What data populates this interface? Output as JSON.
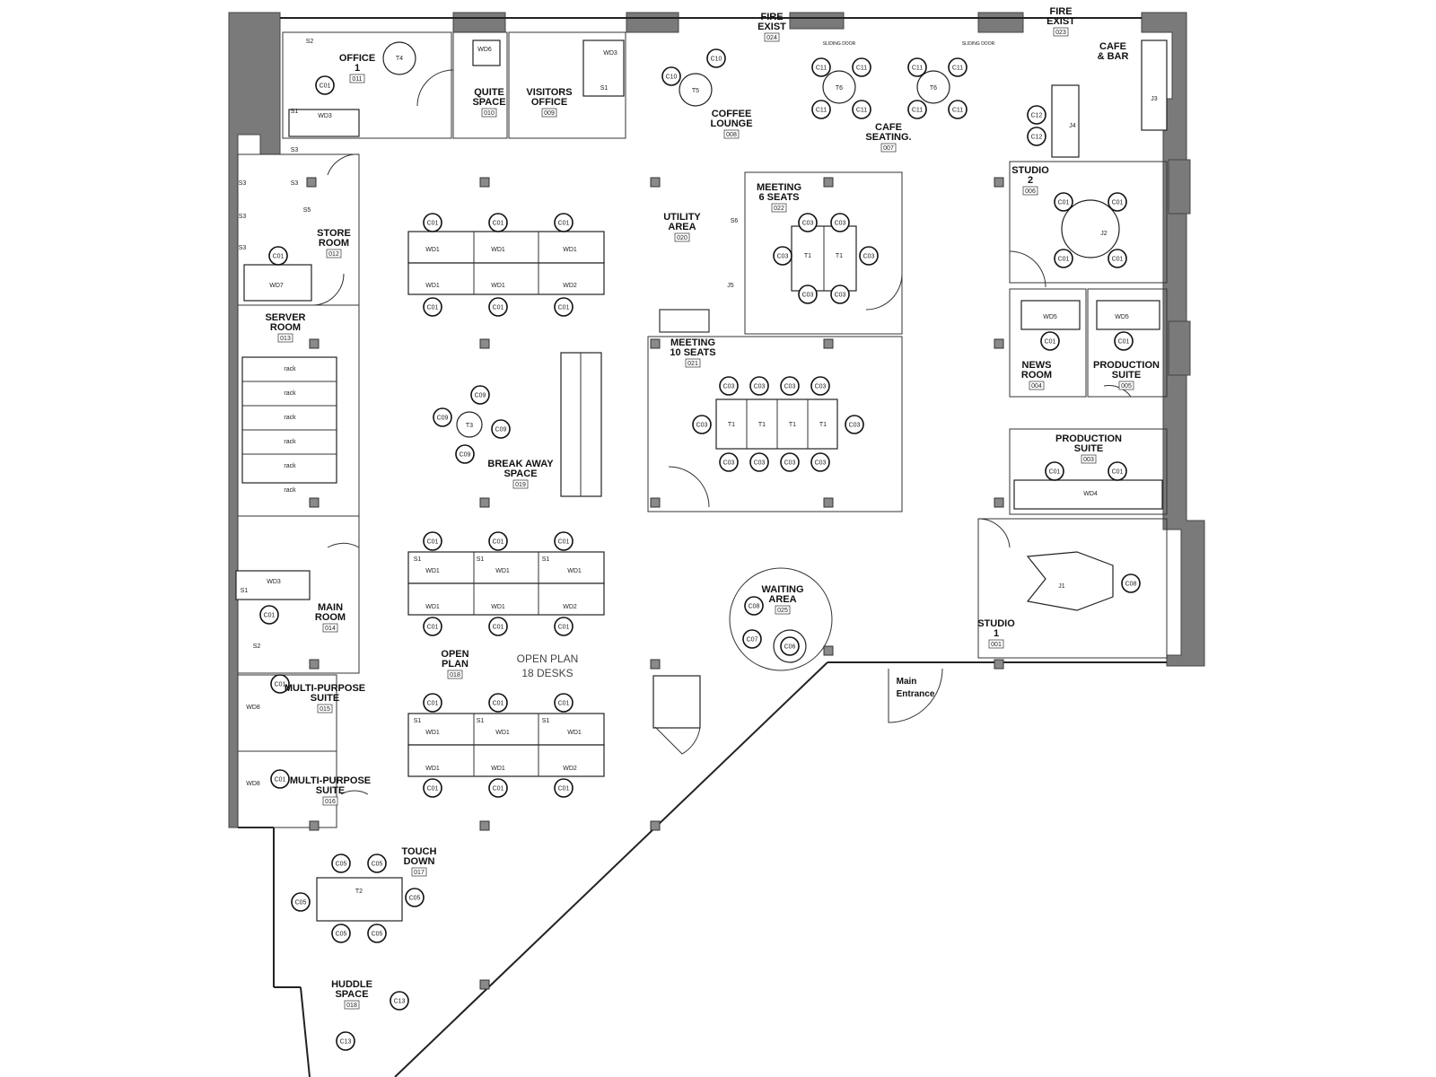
{
  "rooms": [
    {
      "id": "office-1",
      "lines": [
        "OFFICE",
        "1"
      ],
      "code": "011"
    },
    {
      "id": "quite-space",
      "lines": [
        "QUITE",
        "SPACE"
      ],
      "code": "010"
    },
    {
      "id": "visitors-office",
      "lines": [
        "VISITORS",
        "OFFICE"
      ],
      "code": "009"
    },
    {
      "id": "coffee-lounge",
      "lines": [
        "COFFEE",
        "LOUNGE"
      ],
      "code": "008"
    },
    {
      "id": "cafe-seating",
      "lines": [
        "CAFE",
        "SEATING."
      ],
      "code": "007"
    },
    {
      "id": "cafe-bar",
      "lines": [
        "CAFE",
        "& BAR"
      ],
      "code": ""
    },
    {
      "id": "fire-exit-1",
      "lines": [
        "FIRE",
        "EXIST"
      ],
      "code": "024"
    },
    {
      "id": "fire-exit-2",
      "lines": [
        "FIRE",
        "EXIST"
      ],
      "code": "023"
    },
    {
      "id": "store-room",
      "lines": [
        "STORE",
        "ROOM"
      ],
      "code": "012"
    },
    {
      "id": "utility-area",
      "lines": [
        "UTILITY",
        "AREA"
      ],
      "code": "020"
    },
    {
      "id": "meeting-6",
      "lines": [
        "MEETING",
        "6 SEATS"
      ],
      "code": "022"
    },
    {
      "id": "studio-2",
      "lines": [
        "STUDIO",
        "2"
      ],
      "code": "006"
    },
    {
      "id": "server-room",
      "lines": [
        "SERVER",
        "ROOM"
      ],
      "code": "013"
    },
    {
      "id": "meeting-10",
      "lines": [
        "MEETING",
        "10 SEATS"
      ],
      "code": "021"
    },
    {
      "id": "news-room",
      "lines": [
        "NEWS",
        "ROOM"
      ],
      "code": "004"
    },
    {
      "id": "production-suite-1",
      "lines": [
        "PRODUCTION",
        "SUITE"
      ],
      "code": "005"
    },
    {
      "id": "production-suite-2",
      "lines": [
        "PRODUCTION",
        "SUITE"
      ],
      "code": "003"
    },
    {
      "id": "break-away",
      "lines": [
        "BREAK AWAY",
        "SPACE"
      ],
      "code": "019"
    },
    {
      "id": "main-room",
      "lines": [
        "MAIN",
        "ROOM"
      ],
      "code": "014"
    },
    {
      "id": "waiting-area",
      "lines": [
        "WAITING",
        "AREA"
      ],
      "code": "025"
    },
    {
      "id": "studio-1",
      "lines": [
        "STUDIO",
        "1"
      ],
      "code": "001"
    },
    {
      "id": "open-plan",
      "lines": [
        "OPEN",
        "PLAN"
      ],
      "code": "018"
    },
    {
      "id": "multi-purpose-1",
      "lines": [
        "MULTI-PURPOSE",
        "SUITE"
      ],
      "code": "015"
    },
    {
      "id": "multi-purpose-2",
      "lines": [
        "MULTI-PURPOSE",
        "SUITE"
      ],
      "code": "016"
    },
    {
      "id": "touch-down",
      "lines": [
        "TOUCH",
        "DOWN"
      ],
      "code": "017"
    },
    {
      "id": "huddle-space",
      "lines": [
        "HUDDLE",
        "SPACE"
      ],
      "code": "018"
    }
  ],
  "open_plan_note": [
    "OPEN PLAN",
    "18 DESKS"
  ],
  "main_entrance": [
    "Main",
    "Entrance"
  ],
  "sliding_door": "SLIDING DOOR",
  "furniture": {
    "chair_c01": "C01",
    "chair_c03": "C03",
    "chair_c05": "C05",
    "chair_c06": "C06",
    "chair_c07": "C07",
    "chair_c08": "C08",
    "chair_c09": "C09",
    "chair_c10": "C10",
    "chair_c11": "C11",
    "chair_c12": "C12",
    "chair_c13": "C13",
    "desk_wd1": "WD1",
    "desk_wd2": "WD2",
    "desk_wd3": "WD3",
    "desk_wd4": "WD4",
    "desk_wd5": "WD5",
    "desk_wd6": "WD6",
    "desk_wd7": "WD7",
    "desk_wd8": "WD8",
    "table_t1": "T1",
    "table_t2": "T2",
    "table_t3": "T3",
    "table_t4": "T4",
    "table_t5": "T5",
    "table_t6": "T6",
    "rack": "rack",
    "s1": "S1",
    "s2": "S2",
    "s3": "S3",
    "s5": "S5",
    "s6": "S6",
    "j1": "J1",
    "j2": "J2",
    "j3": "J3",
    "j4": "J4",
    "j5": "J5"
  }
}
